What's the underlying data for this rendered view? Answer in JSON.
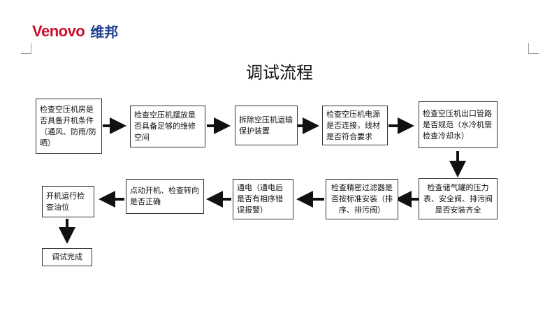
{
  "header": {
    "logo_en": "Venovo",
    "logo_cn": "维邦",
    "brand_color": "#c8102e",
    "cn_color": "#1f3f8f"
  },
  "title": "调试流程",
  "steps": [
    "检查空压机房是否具备开机条件（通风、防雨/防晒）",
    "检查空压机摆放是否具备足够的维修空间",
    "拆除空压机运输保护装置",
    "检查空压机电源是否连接，线材是否符合要求",
    "检查空压机出口管路是否规范（水冷机需检查冷却水）",
    "检查储气罐的压力表、安全阀、排污阀是否安装齐全",
    "检查精密过滤器是否按标准安装（排序、排污阀）",
    "通电（通电后是否有相序错误报警）",
    "点动开机、检查转向是否正确",
    "开机运行检查油位",
    "调试完成"
  ],
  "arrow_color": "#111111"
}
